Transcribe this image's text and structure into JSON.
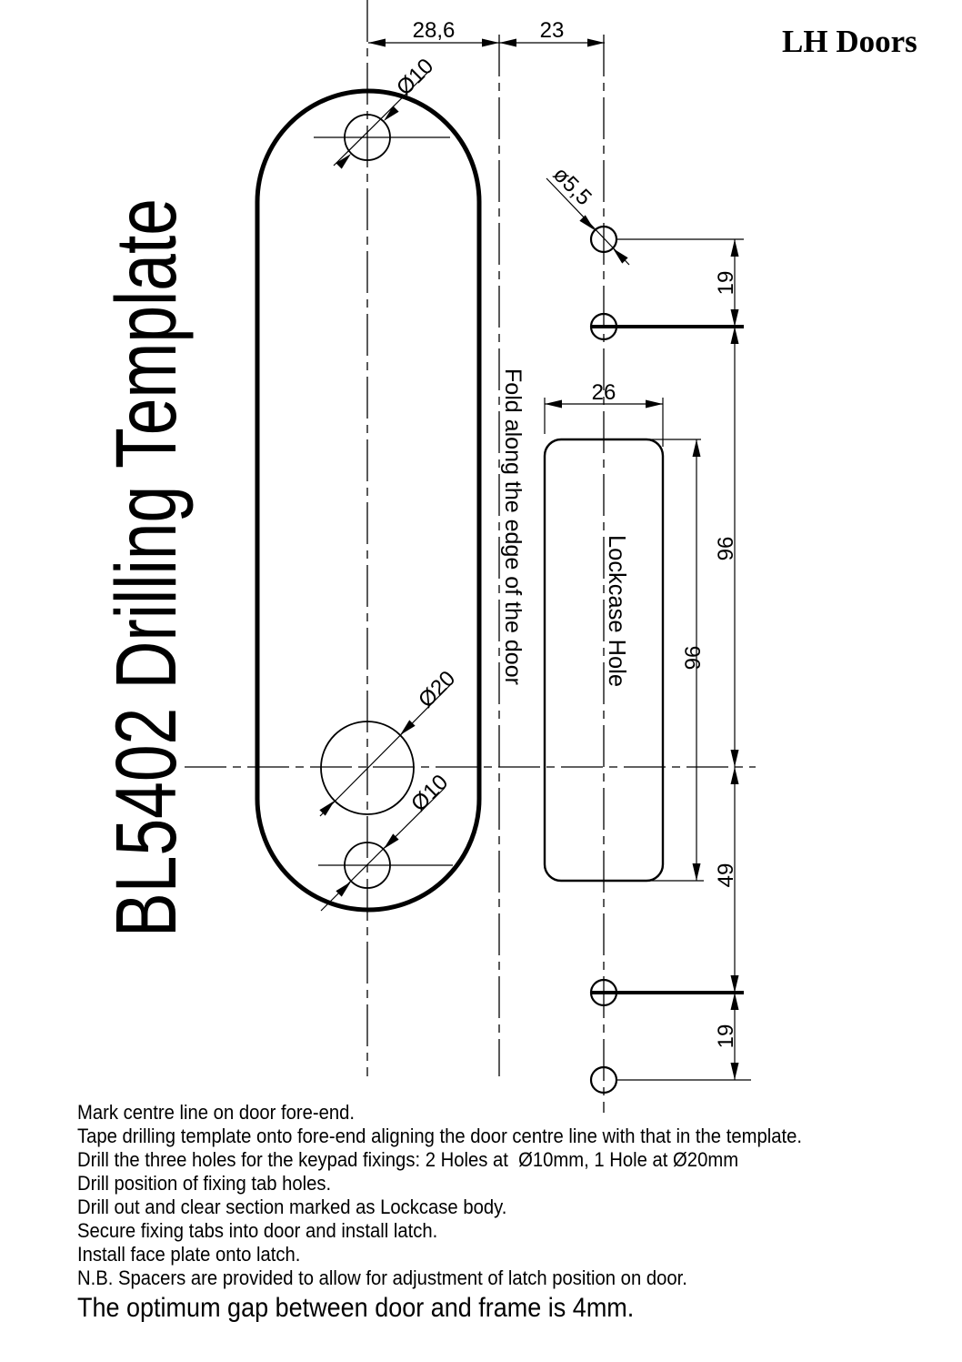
{
  "header": {
    "doors_label": "LH Doors"
  },
  "title": {
    "text": "BL5402 Drilling Template"
  },
  "drawing": {
    "fold_line_label": "Fold along the edge of the door",
    "lockcase_hole_label": "Lockcase Hole",
    "dimensions": {
      "keypad_centreline_offset": "28,6",
      "tab_centreline_offset": "23",
      "lockcase_width": "26",
      "tab_spacing_top": "19",
      "tab_span": "96",
      "lockcase_height": "96",
      "lockcase_to_tab": "49",
      "tab_spacing_bottom": "19"
    },
    "hole_callouts": {
      "keypad_top": "Ø10",
      "fixing_tab": "ø5,5",
      "spindle": "Ø20",
      "keypad_bottom": "Ø10"
    }
  },
  "instructions": {
    "steps": [
      "Mark centre line on door fore-end.",
      "Tape drilling template onto fore-end aligning the door centre line with that in the template.",
      "Drill the three holes for the keypad fixings: 2 Holes at  Ø10mm, 1 Hole at Ø20mm",
      "Drill position of fixing tab holes.",
      "Drill out and clear section marked as Lockcase body.",
      "Secure fixing tabs into door and install latch.",
      "Install face plate onto latch.",
      "N.B. Spacers are provided to allow for adjustment of latch position on door."
    ],
    "note_large": "The optimum gap between door and frame is 4mm."
  }
}
